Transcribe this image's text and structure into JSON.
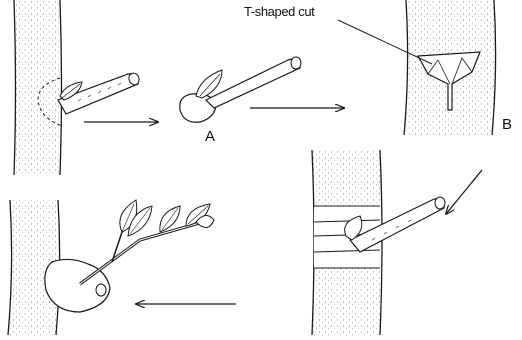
{
  "labels": {
    "t_cut": "T-shaped cut",
    "a": "A",
    "b": "B"
  },
  "colors": {
    "ink": "#1a1a1a",
    "bark_shade": "#9a9a9a",
    "background": "#ffffff"
  }
}
